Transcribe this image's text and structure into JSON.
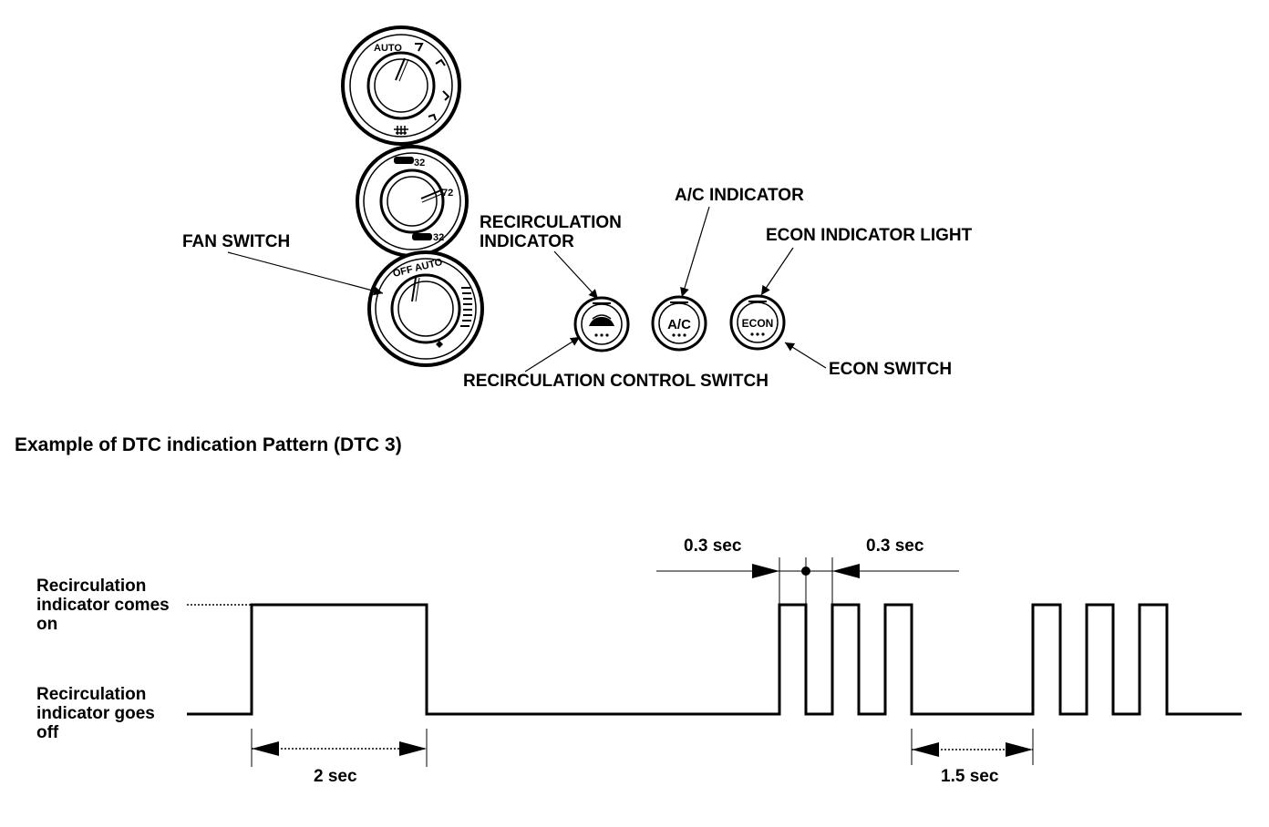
{
  "labels": {
    "fan_switch": "FAN SWITCH",
    "recirc_indicator_line1": "RECIRCULATION",
    "recirc_indicator_line2": "INDICATOR",
    "ac_indicator": "A/C INDICATOR",
    "econ_indicator_light": "ECON INDICATOR LIGHT",
    "recirc_control_switch": "RECIRCULATION CONTROL SWITCH",
    "econ_switch": "ECON SWITCH"
  },
  "dials": {
    "mode_auto": "AUTO",
    "temp_left_mark": "32",
    "temp_right_mark": "72",
    "temp_bottom_mark": "32",
    "fan_off_auto": "OFF AUTO"
  },
  "buttons": {
    "ac": "A/C",
    "econ": "ECON"
  },
  "chart_title": "Example of DTC indication Pattern (DTC 3)",
  "signal": {
    "on_line1": "Recirculation",
    "on_line2": "indicator comes",
    "on_line3": "on",
    "off_line1": "Recirculation",
    "off_line2": "indicator goes",
    "off_line3": "off"
  },
  "timing": {
    "long_pulse": "2 sec",
    "short_high": "0.3 sec",
    "short_low": "0.3 sec",
    "gap": "1.5 sec"
  },
  "chart_data": {
    "type": "line",
    "title": "Example of DTC indication Pattern (DTC 3)",
    "states": [
      "Recirculation indicator goes off",
      "Recirculation indicator comes on"
    ],
    "annotations": [
      "2 sec",
      "0.3 sec",
      "0.3 sec",
      "1.5 sec"
    ],
    "pattern": [
      {
        "state": "off"
      },
      {
        "state": "on",
        "duration": "2 sec"
      },
      {
        "state": "off"
      },
      {
        "state": "on",
        "duration": "0.3 sec"
      },
      {
        "state": "off",
        "duration": "0.3 sec"
      },
      {
        "state": "on",
        "duration": "0.3 sec"
      },
      {
        "state": "off",
        "duration": "0.3 sec"
      },
      {
        "state": "on",
        "duration": "0.3 sec"
      },
      {
        "state": "off",
        "duration": "1.5 sec"
      },
      {
        "state": "on",
        "duration": "0.3 sec"
      },
      {
        "state": "off",
        "duration": "0.3 sec"
      },
      {
        "state": "on",
        "duration": "0.3 sec"
      },
      {
        "state": "off",
        "duration": "0.3 sec"
      },
      {
        "state": "on",
        "duration": "0.3 sec"
      },
      {
        "state": "off"
      }
    ],
    "colors": {
      "line": "#000000",
      "background": "#ffffff"
    }
  }
}
